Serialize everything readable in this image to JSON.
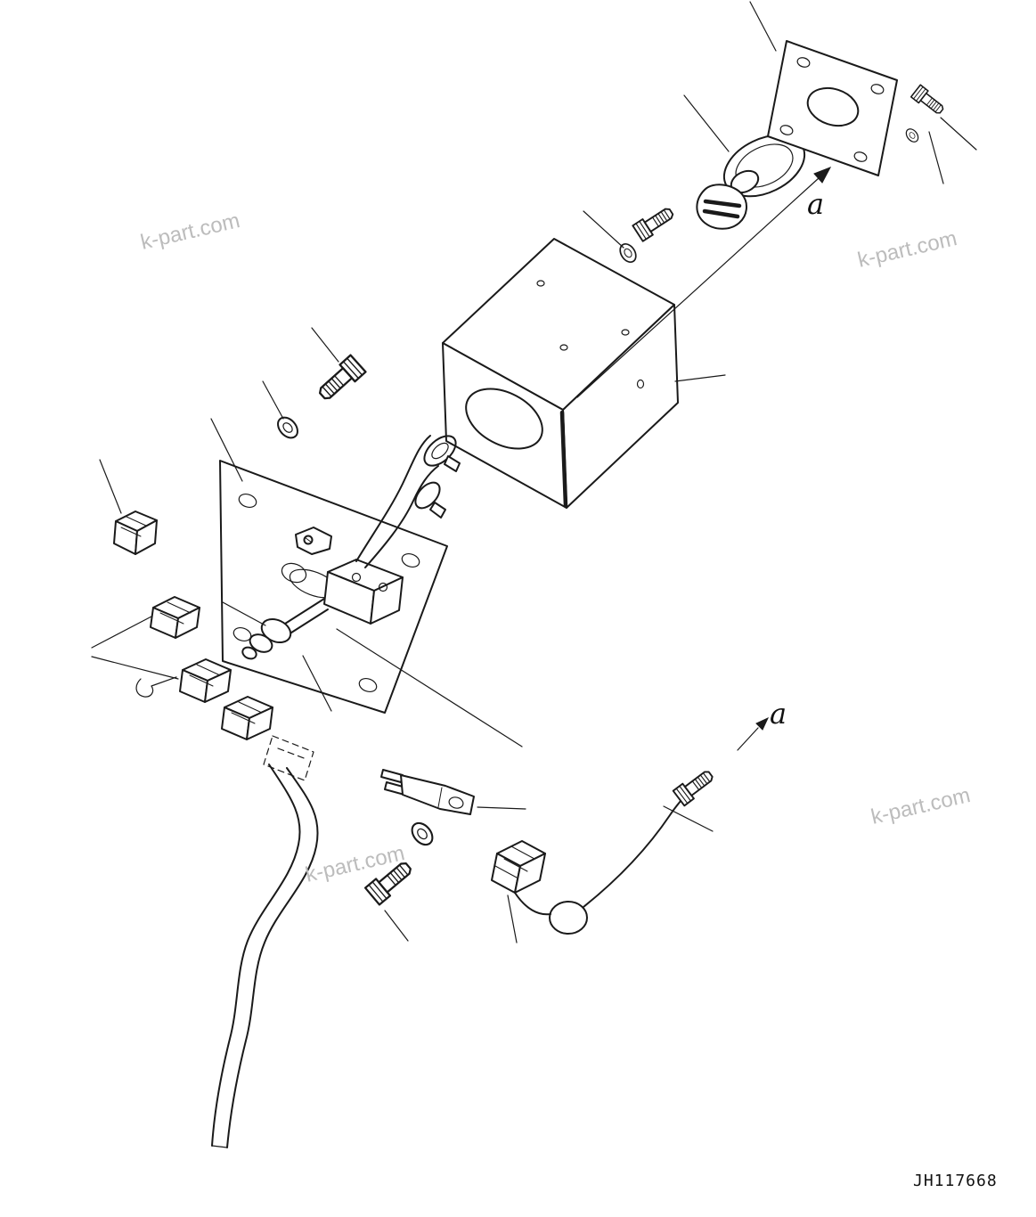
{
  "diagram": {
    "drawing_number": "JH117668",
    "watermarks": [
      "k-part.com",
      "k-part.com",
      "k-part.com",
      "k-part.com"
    ],
    "view_arrows": {
      "top_label": "a",
      "bottom_label": "a"
    },
    "colors": {
      "line": "#1a1a1a",
      "background": "#ffffff",
      "watermark": "#bcbcbc"
    }
  }
}
